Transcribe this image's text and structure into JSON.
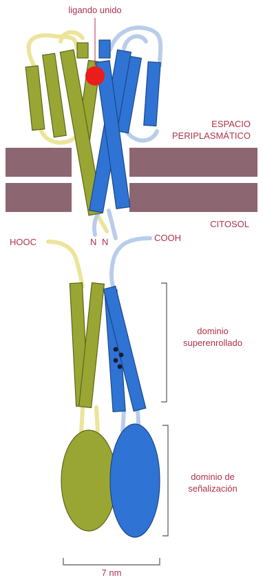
{
  "labels": {
    "bound_ligand": "ligando unido",
    "periplasmic_space": [
      "ESPACIO",
      "PERIPLASMÁTICO"
    ],
    "cytosol": "CITOSOL",
    "hooc_terminus": "HOOC",
    "cooh_terminus": "COOH",
    "n_terminus_left": "N",
    "n_terminus_right": "N",
    "coiled_coil_domain": [
      "dominio",
      "superenrollado"
    ],
    "signaling_domain": [
      "dominio de",
      "señalización"
    ],
    "scale": "7 nm"
  },
  "colors": {
    "subunit_a": "#9aa633",
    "subunit_a_dark": "#5a6418",
    "subunit_a_linker": "#ece49a",
    "subunit_b": "#2f74d4",
    "subunit_b_dark": "#1a4684",
    "subunit_b_linker": "#b9cdea",
    "membrane": "#8c6670",
    "ligand": "#ea1c1c",
    "label_text": "#b0304a",
    "bracket": "#555555"
  }
}
